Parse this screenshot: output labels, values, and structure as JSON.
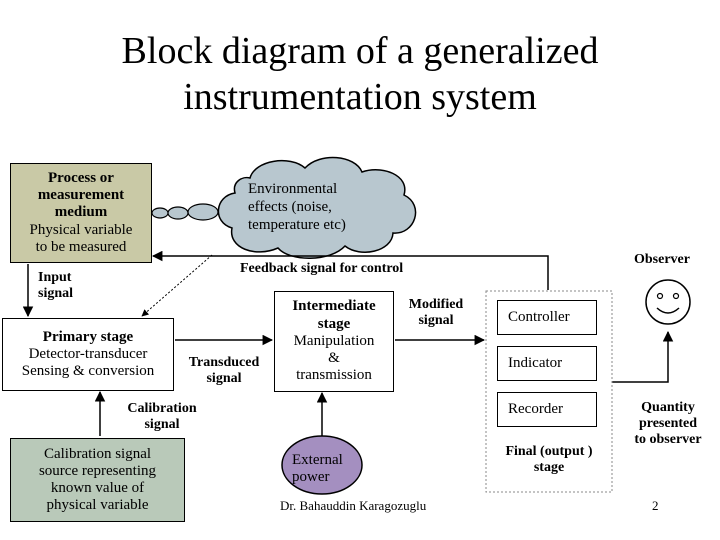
{
  "slide": {
    "title_line1": "Block diagram of a generalized",
    "title_line2": "instrumentation system",
    "footer_author": "Dr. Bahauddin Karagozuglu",
    "page_number": "2"
  },
  "blocks": {
    "process": {
      "line1": "Process or",
      "line2": "measurement",
      "line3": "medium",
      "line4": "Physical variable",
      "line5": "to be measured",
      "color": "#c9c9a6"
    },
    "environment": {
      "line1": "Environmental",
      "line2": "effects (noise,",
      "line3": "temperature etc)",
      "color": "#b8c7cf"
    },
    "primary": {
      "line1": "Primary stage",
      "line2": "Detector-transducer",
      "line3": "Sensing & conversion"
    },
    "intermediate": {
      "line1": "Intermediate",
      "line2": "stage",
      "line3": "Manipulation",
      "line4": "&",
      "line5": "transmission"
    },
    "final": {
      "controller": "Controller",
      "indicator": "Indicator",
      "recorder": "Recorder",
      "label_line1": "Final (output )",
      "label_line2": "stage"
    },
    "calibration": {
      "line1": "Calibration signal",
      "line2": "source representing",
      "line3": "known value of",
      "line4": "physical variable",
      "color": "#b9c9b9"
    },
    "external_power": {
      "line1": "External",
      "line2": "power",
      "color": "#a48fc0"
    },
    "observer": {
      "label": "Observer"
    }
  },
  "labels": {
    "input_line1": "Input",
    "input_line2": "signal",
    "feedback": "Feedback signal for control",
    "modified_line1": "Modified",
    "modified_line2": "signal",
    "transduced_line1": "Transduced",
    "transduced_line2": "signal",
    "calibration_line1": "Calibration",
    "calibration_line2": "signal",
    "quantity_line1": "Quantity",
    "quantity_line2": "presented",
    "quantity_line3": "to observer"
  }
}
